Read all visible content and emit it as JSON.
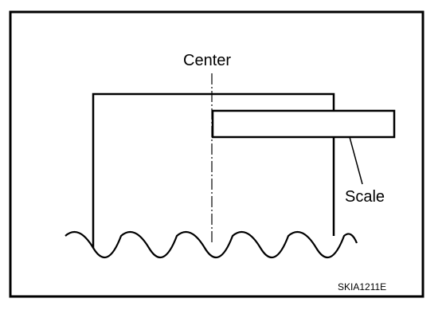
{
  "labels": {
    "center": "Center",
    "scale": "Scale"
  },
  "figure_code": "SKIA1211E",
  "colors": {
    "ink": "#000000",
    "paper": "#ffffff"
  }
}
